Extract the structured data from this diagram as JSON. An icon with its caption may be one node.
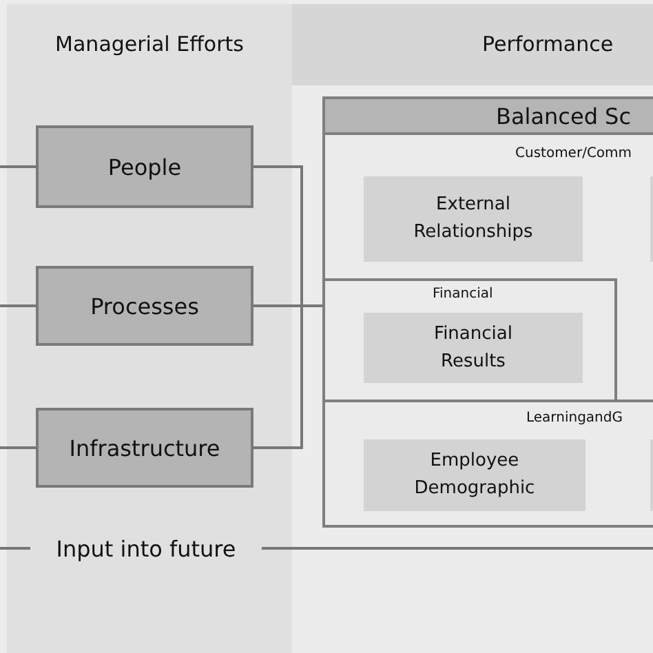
{
  "diagram": {
    "nodes": [
      {
        "text": [
          "Managerial Efforts"
        ]
      },
      {
        "text": [
          "People"
        ],
        "in": 0
      },
      {
        "text": [
          "Processes"
        ],
        "in": 0
      },
      {
        "text": [
          "Infrastructure"
        ],
        "in": 0
      },
      {
        "text": [
          "Input into future"
        ],
        "in": 0
      },
      {
        "text": [
          "Performance"
        ]
      },
      {
        "text": [
          "Balanced Sc"
        ]
      },
      {
        "text": [
          "Customer/Comm"
        ],
        "in": 6
      },
      {
        "text": [
          "External Relationships"
        ],
        "in": 7
      },
      {
        "text": [],
        "shape": "box",
        "in": 7
      },
      {
        "text": [
          "Financial"
        ],
        "in": 6
      },
      {
        "text": [
          "Financial Results"
        ],
        "in": 10
      },
      {
        "text": [
          "LearningandG"
        ],
        "in": 6
      },
      {
        "text": [
          "Employee Demographic"
        ],
        "in": 12
      },
      {
        "text": [],
        "shape": "box",
        "in": 12
      }
    ],
    "edges": [
      {
        "from": null,
        "to": 1,
        "arrow": "none"
      },
      {
        "from": null,
        "to": 2,
        "arrow": "none"
      },
      {
        "from": null,
        "to": 3,
        "arrow": "none"
      },
      {
        "from": 1,
        "to": 6,
        "arrow": "none"
      },
      {
        "from": 2,
        "to": 6,
        "arrow": "none"
      },
      {
        "from": 3,
        "to": 6,
        "arrow": "none"
      },
      {
        "from": null,
        "to": 4,
        "arrow": "none"
      },
      {
        "from": 4,
        "to": null,
        "arrow": "none"
      }
    ]
  }
}
